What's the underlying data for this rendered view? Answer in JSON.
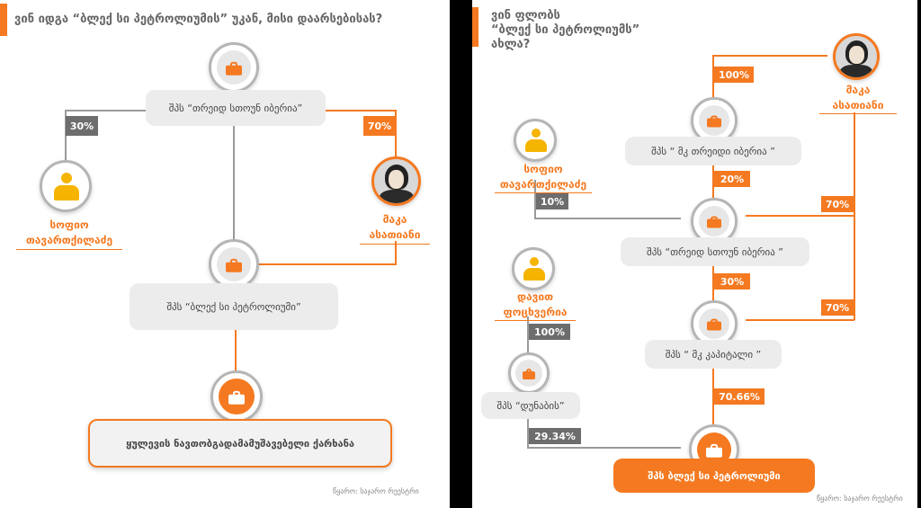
{
  "left": {
    "title": "ვინ იდგა “ბლექ სი პეტროლიუმის” უკან, მისი დაარსებისას?",
    "top_company": "შპს “თრეიდ სთოუნ იბერია”",
    "mid_company": "შპს “ბლექ სი პეტროლიუმი”",
    "bottom_company": "ყულევის ნავთობგადამამუშავებელი ქარხანა",
    "pct_left": "30%",
    "pct_right": "70%",
    "person_left": [
      "სოფიო",
      "თავართქილაძე"
    ],
    "person_right": [
      "მაკა",
      "ასათიანი"
    ],
    "source": "წყარო: საჯარო რეესტრი"
  },
  "right": {
    "title": [
      "ვინ ფლობს",
      "“ბლექ სი პეტროლიუმს”",
      "ახლა?"
    ],
    "person_maka": [
      "მაკა",
      "ასათიანი"
    ],
    "person_sofio": [
      "სოფიო",
      "თავართქილაძე"
    ],
    "person_davit": [
      "დავით",
      "ფოცხვერია"
    ],
    "company_mk_trade": "შპს “ მკ თრეიდი იბერია ”",
    "company_trade_stone": "შპს “თრეიდ სთოუნ იბერია ”",
    "company_mk_capital": "შპს “ მკ კაპიტალი ”",
    "company_dunabis": "შპს “დუნაბის”",
    "company_final": "შპს ბლექ სი პეტროლიუმი",
    "pct_maka_100": "100%",
    "pct_mk_20": "20%",
    "pct_sofio_10": "10%",
    "pct_maka_70a": "70%",
    "pct_ts_30": "30%",
    "pct_maka_70b": "70%",
    "pct_davit_100": "100%",
    "pct_capital": "70.66%",
    "pct_dunabis": "29.34%",
    "source": "წყარო: საჯარო რეესტრი"
  },
  "colors": {
    "accent": "#f47920",
    "gray_node": "#b5b5b5",
    "gray_label": "#6d6d6d",
    "person_icon": "#f5b400"
  },
  "icons": [
    "briefcase-icon",
    "person-icon",
    "photo-portrait"
  ]
}
